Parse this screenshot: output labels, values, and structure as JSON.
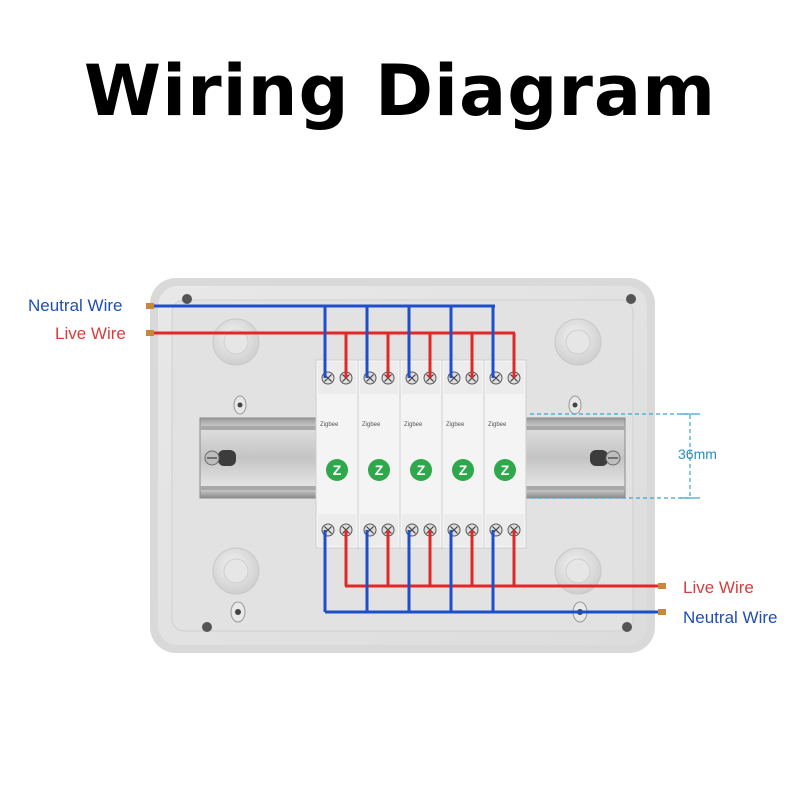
{
  "title": "Wiring Diagram",
  "labels": {
    "input_neutral": "Neutral Wire",
    "input_live": "Live Wire",
    "output_live": "Live Wire",
    "output_neutral": "Neutral Wire",
    "rail_dimension": "36mm"
  },
  "module": {
    "brand": "Zigbee",
    "logo_letter": "Z",
    "count": 5
  },
  "colors": {
    "neutral": "#1f4fc8",
    "live": "#e02828",
    "neutral_text": "#1f4fb3",
    "live_text": "#d83c3c",
    "dimension": "#3aa7cf",
    "logo": "#2ea84a"
  }
}
